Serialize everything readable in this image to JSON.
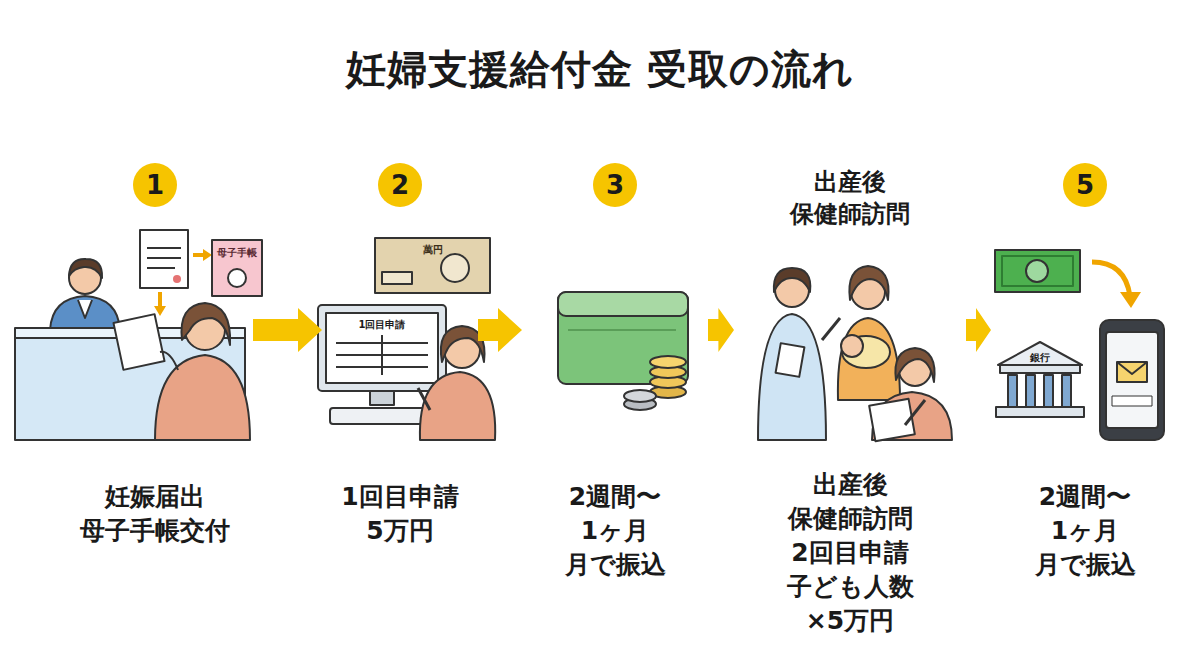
{
  "diagram": {
    "title": "妊婦支援給付金 受取の流れ",
    "nodes": [
      {
        "text": [
          "1",
          "妊娠届出 母子手帳交付"
        ]
      },
      {
        "text": [
          "2",
          "1回目申請 5万円"
        ]
      },
      {
        "text": [
          "3",
          "2週間〜1ヶ月 月で振込"
        ]
      },
      {
        "text": [
          "出産後 保健師訪問",
          "出産後 保健師訪問 2回目申請 子ども人数×5万円"
        ]
      },
      {
        "text": [
          "5",
          "2週間〜1ヶ月 月で振込"
        ]
      }
    ],
    "edges": [
      {
        "from": 0,
        "to": 1,
        "arrow": "to"
      },
      {
        "from": 1,
        "to": 2,
        "arrow": "to"
      },
      {
        "from": 2,
        "to": 3,
        "arrow": "to"
      },
      {
        "from": 3,
        "to": 4,
        "arrow": "to"
      }
    ],
    "labels": [
      "母子手帳",
      "1回目申請",
      "萬円",
      "銀行"
    ]
  }
}
